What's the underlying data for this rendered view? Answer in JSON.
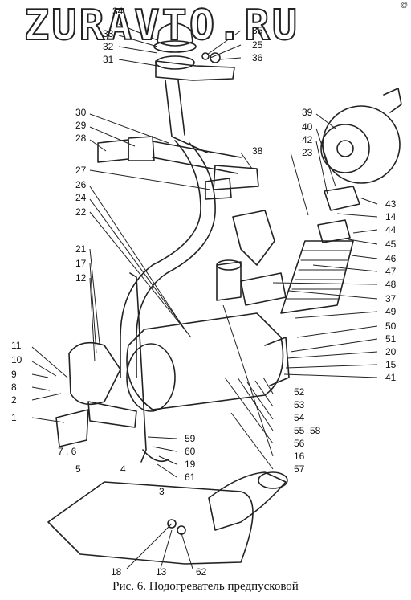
{
  "watermark": "ZURAVTO.RU",
  "corner_mark": "@",
  "caption": "Рис. 6. Подогреватель предпусковой",
  "labels": [
    "34",
    "33",
    "32",
    "31",
    "35",
    "25",
    "36",
    "39",
    "40",
    "42",
    "23",
    "30",
    "29",
    "28",
    "38",
    "27",
    "26",
    "24",
    "22",
    "43",
    "14",
    "44",
    "45",
    "46",
    "47",
    "48",
    "37",
    "21",
    "17",
    "12",
    "49",
    "50",
    "51",
    "20",
    "15",
    "41",
    "11",
    "10",
    "9",
    "8",
    "2",
    "1",
    "7 , 6",
    "5",
    "4",
    "52",
    "53",
    "54",
    "55",
    "56",
    "16",
    "57",
    "58",
    "59",
    "60",
    "19",
    "61",
    "3",
    "18",
    "13",
    "62"
  ]
}
